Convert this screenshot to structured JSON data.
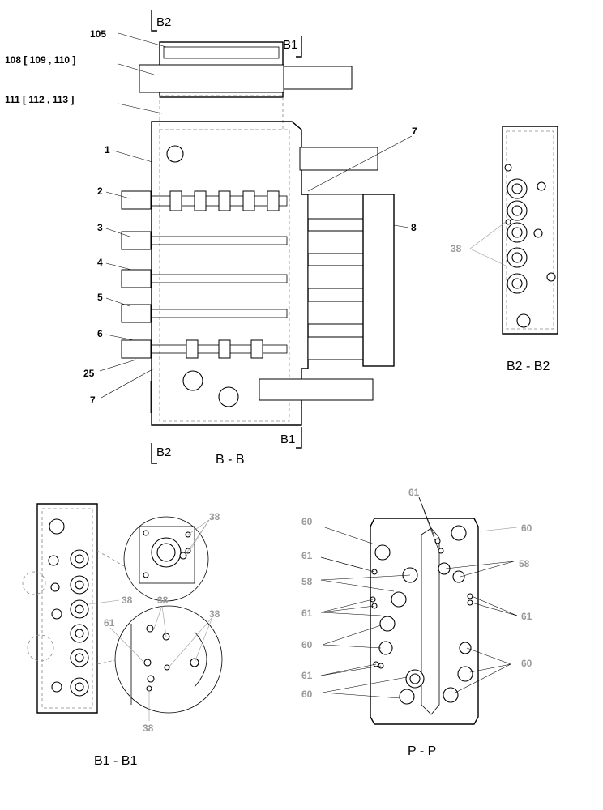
{
  "labels": {
    "l105": "105",
    "l108": "108 [ 109 , 110 ]",
    "l111": "111 [ 112 , 113 ]",
    "l1": "1",
    "l2": "2",
    "l3": "3",
    "l4": "4",
    "l5": "5",
    "l6": "6",
    "l25": "25",
    "l7a": "7",
    "l7b": "7",
    "l8": "8",
    "l38_b2": "38",
    "l38_b1a": "38",
    "l38_b1b": "38",
    "l38_b1c": "38",
    "l38_b1d": "38",
    "l38_b1e": "38",
    "l61_b1": "61",
    "l61_pa": "61",
    "l61_pb": "61",
    "l61_pc": "61",
    "l61_pd": "61",
    "l61_pe": "61",
    "l60_pa": "60",
    "l60_pb": "60",
    "l60_pc": "60",
    "l60_pd": "60",
    "l60_pe": "60",
    "l58_pa": "58",
    "l58_pb": "58"
  },
  "sections": {
    "b2_top": "B2",
    "b1_top": "B1",
    "b2_bottom": "B2",
    "b1_bottom": "B1"
  },
  "titles": {
    "bb": "B - B",
    "b2b2": "B2 - B2",
    "b1b1": "B1 - B1",
    "pp": "P - P"
  }
}
